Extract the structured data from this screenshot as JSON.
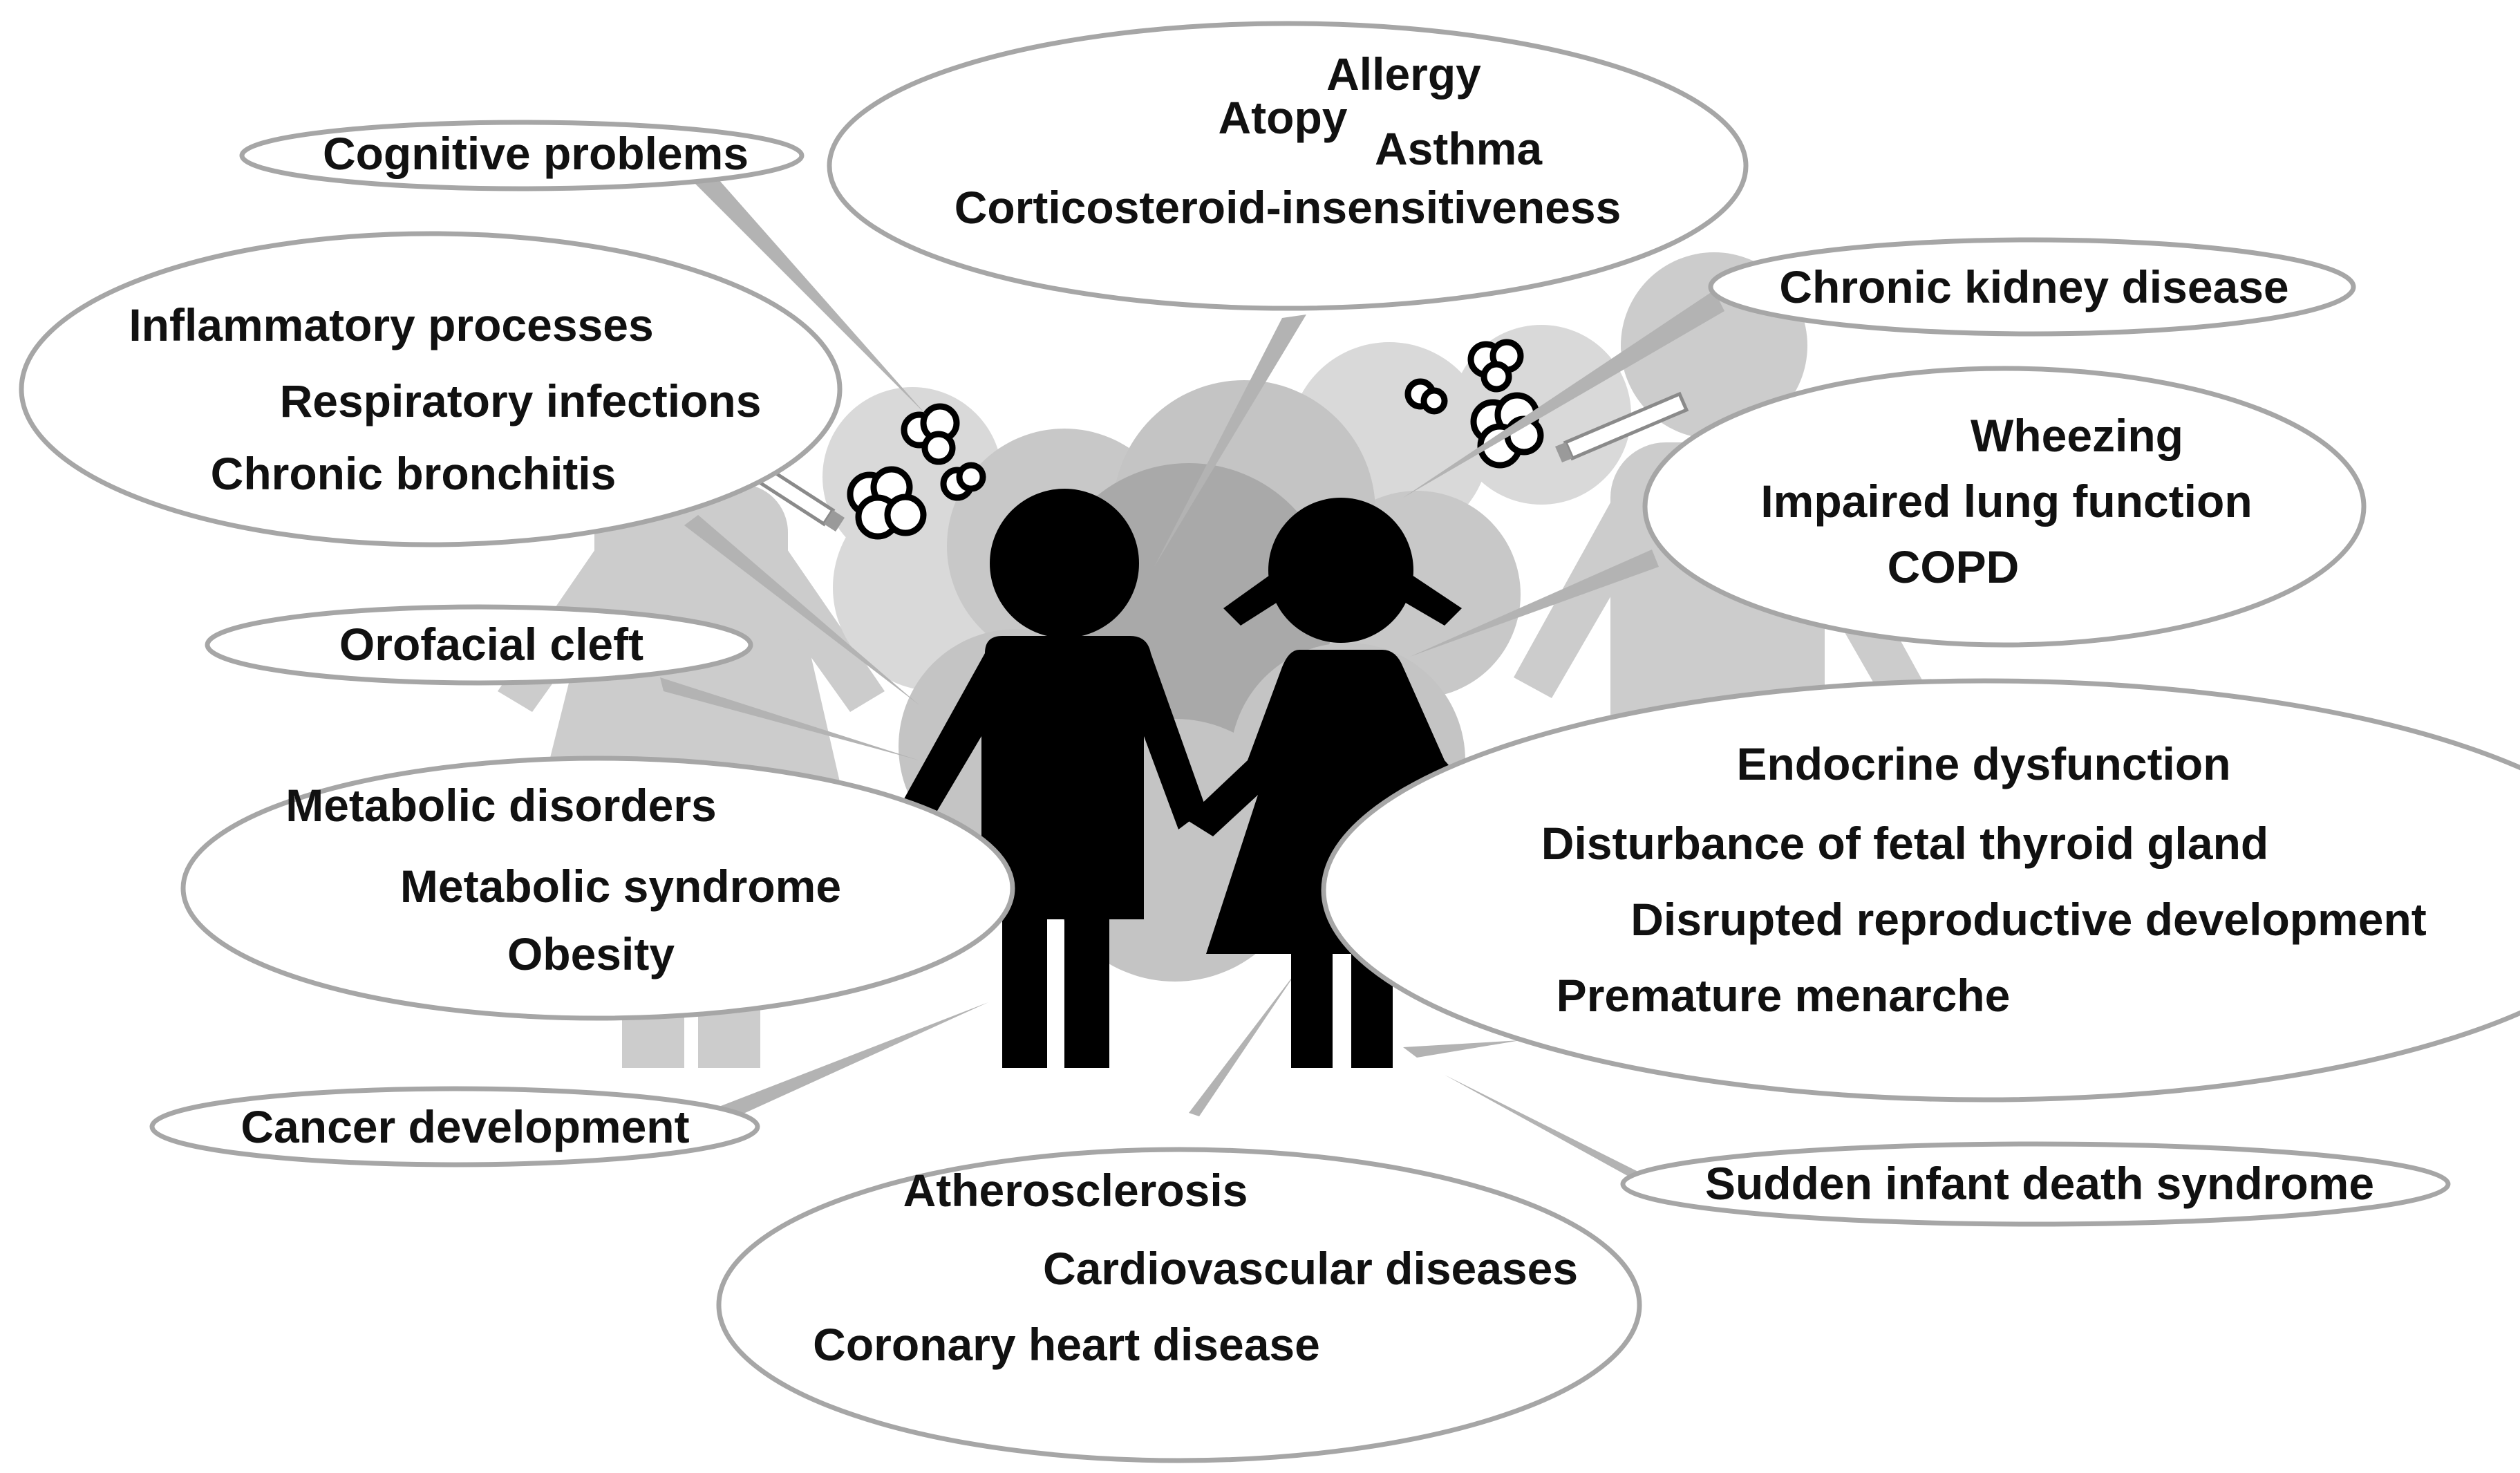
{
  "colors": {
    "background": "#ffffff",
    "bubble_fill": "#ffffff",
    "bubble_outline": "#a6a6a6",
    "pointer": "#b3b3b3",
    "smoke_light": "#d9d9d9",
    "smoke_mid": "#c4c4c4",
    "smoke_dark": "#a9a9a9",
    "adult_silhouette": "#cccccc",
    "child_silhouette": "#000000",
    "text": "#111111"
  },
  "icons": [
    "adult-woman-icon",
    "adult-man-icon",
    "boy-icon",
    "girl-icon",
    "cigarette-icon",
    "smoke-puff-icon"
  ],
  "effects": {
    "cognitive": [
      "Cognitive problems"
    ],
    "allergy": [
      "Allergy",
      "Atopy",
      "Asthma",
      "Corticosteroid-insensitiveness"
    ],
    "kidney": [
      "Chronic kidney disease"
    ],
    "inflammatory": [
      "Inflammatory processes",
      "Respiratory infections",
      "Chronic bronchitis"
    ],
    "lung": [
      "Wheezing",
      "Impaired lung function",
      "COPD"
    ],
    "orofacial": [
      "Orofacial cleft"
    ],
    "endocrine": [
      "Endocrine dysfunction",
      "Disturbance of fetal thyroid gland",
      "Disrupted reproductive development",
      "Premature menarche"
    ],
    "metabolic": [
      "Metabolic disorders",
      "Metabolic syndrome",
      "Obesity"
    ],
    "cancer": [
      "Cancer development"
    ],
    "sids": [
      "Sudden infant death syndrome"
    ],
    "cardio": [
      "Atherosclerosis",
      "Cardiovascular diseases",
      "Coronary heart disease"
    ]
  }
}
